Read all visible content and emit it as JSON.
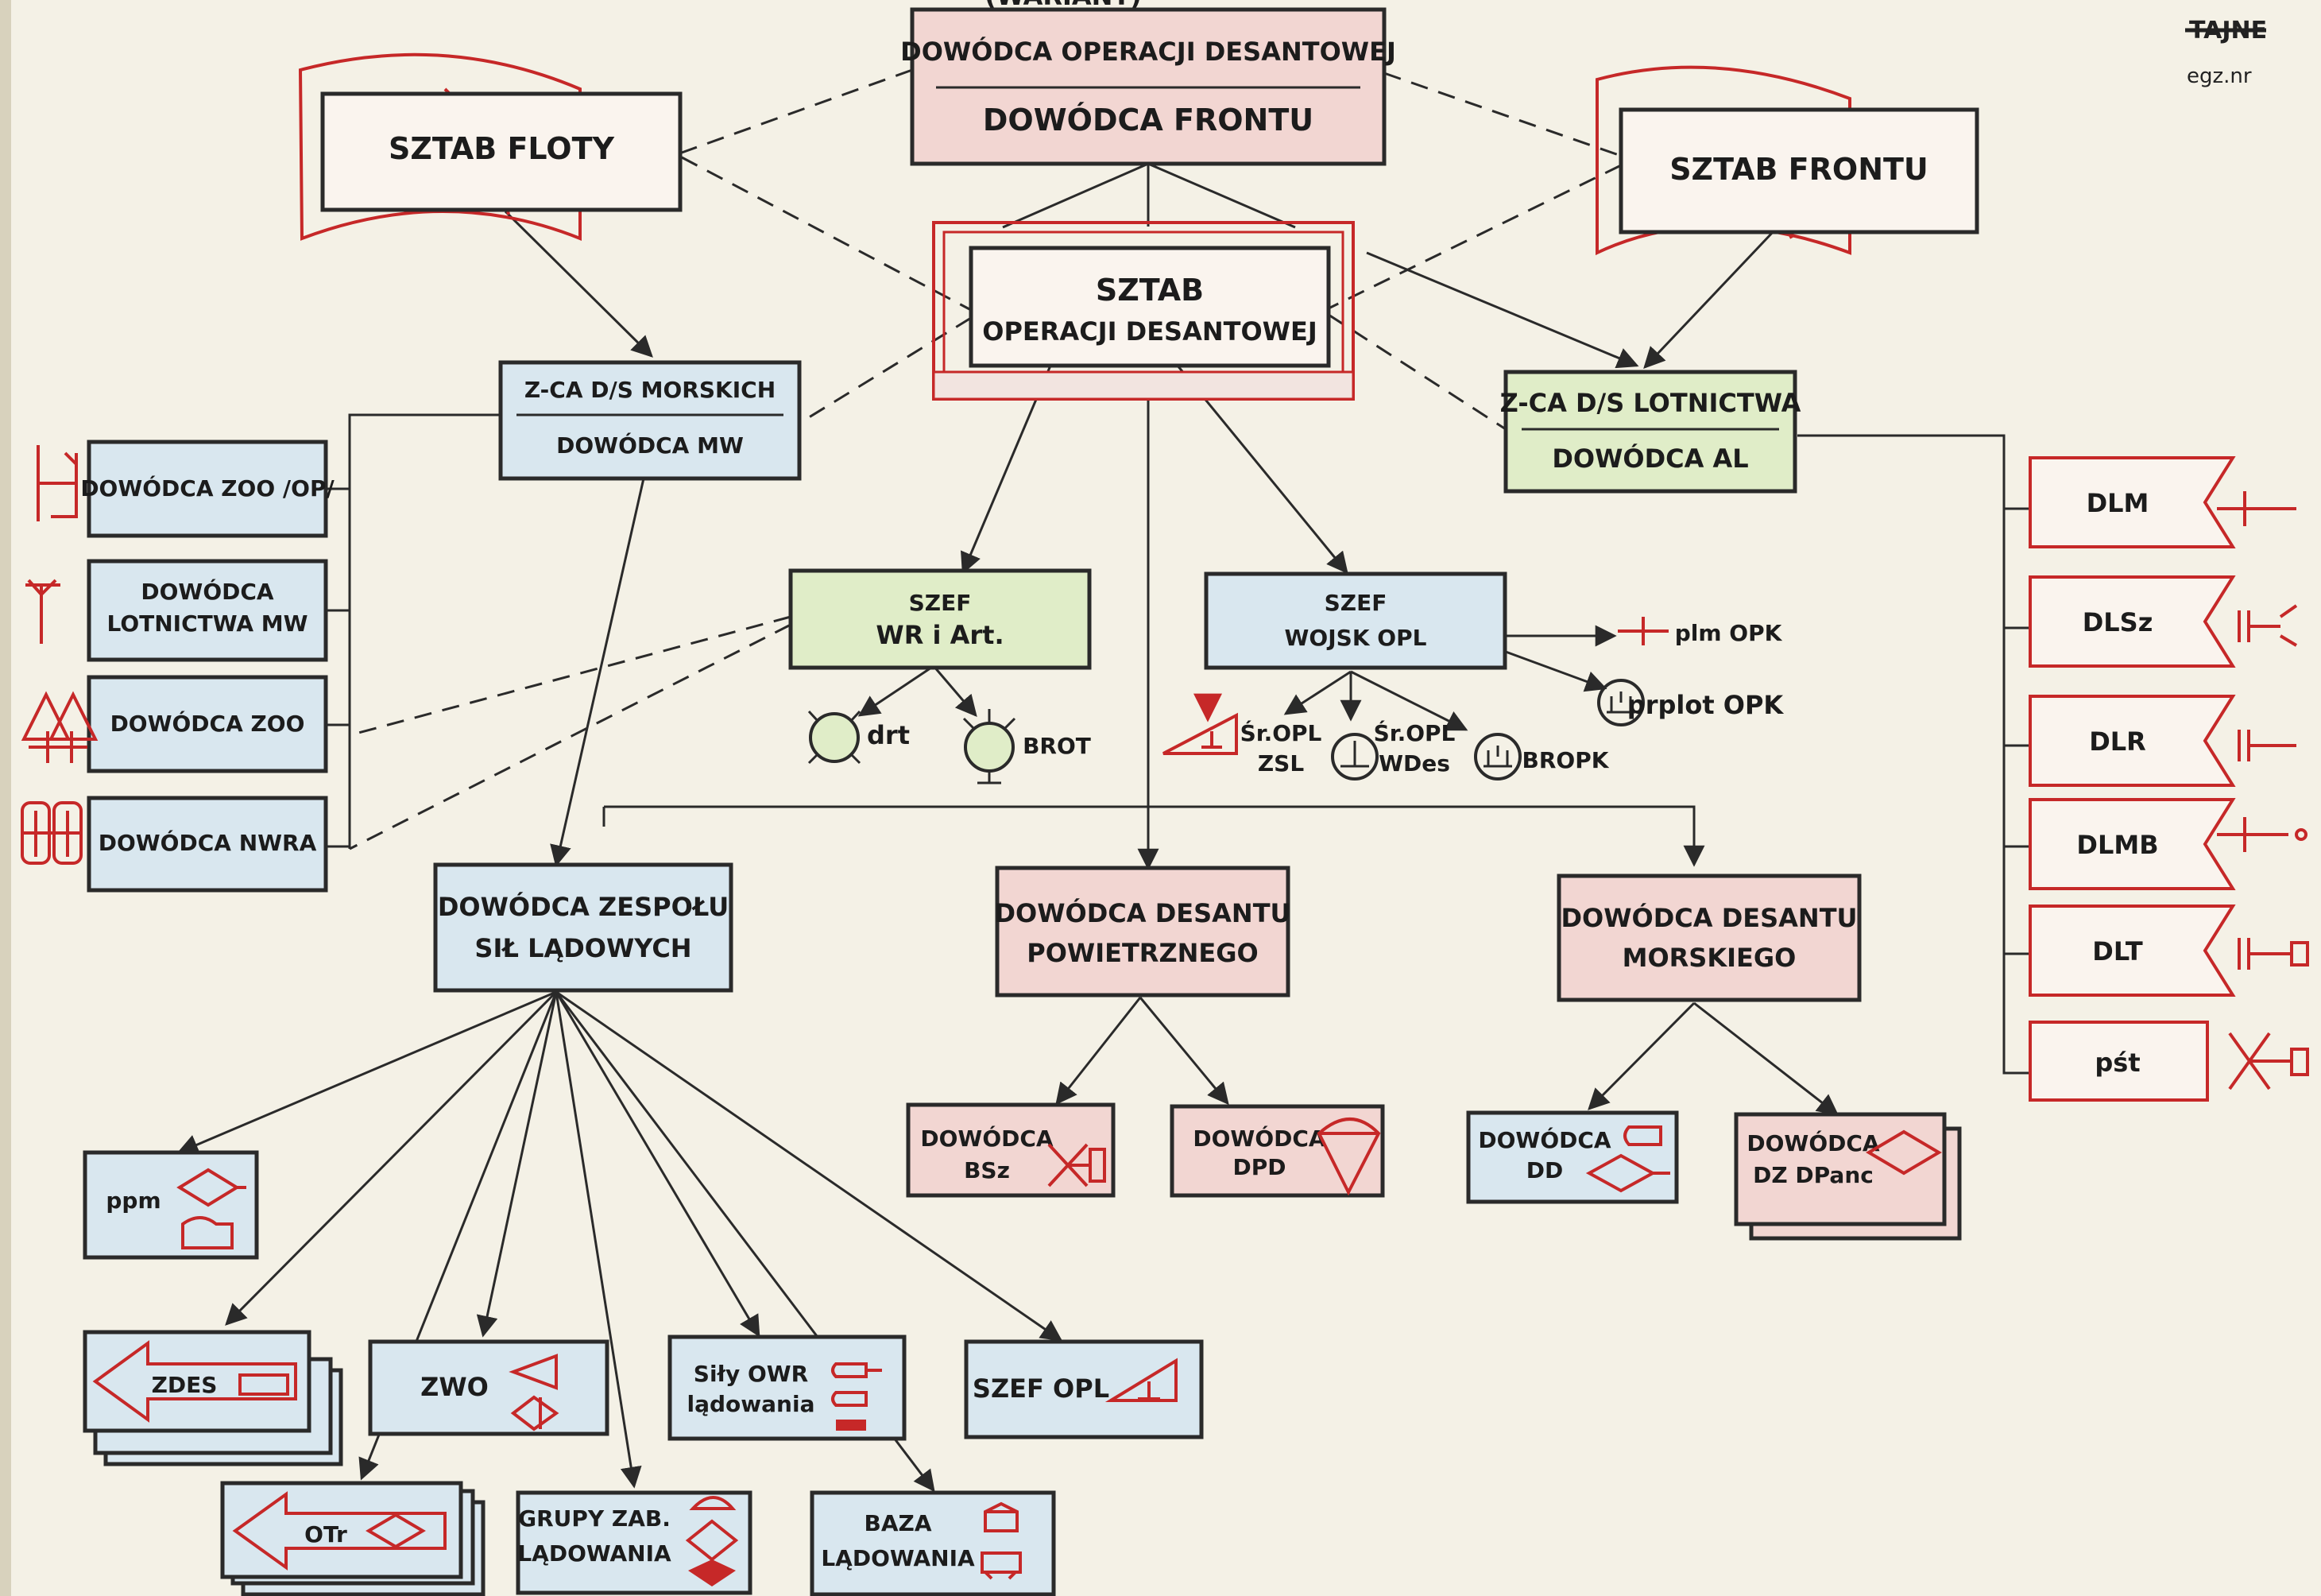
{
  "header": {
    "stamp_struck": "TAJNE",
    "stamp_ref": "egz.nr",
    "top_cut_text": "(WARIANT)"
  },
  "colors": {
    "pink": "#f2d6d2",
    "blue": "#d9e7ef",
    "green": "#e0edc8",
    "red": "#c62828",
    "ink": "#2a2a2a",
    "paper": "#f4f1e6"
  },
  "nodes": {
    "commander": {
      "line1": "DOWÓDCA OPERACJI DESANTOWEJ",
      "line2": "DOWÓDCA FRONTU"
    },
    "sztab_floty": {
      "label": "SZTAB FLOTY"
    },
    "sztab_frontu": {
      "label": "SZTAB FRONTU"
    },
    "sztab_op": {
      "line1": "SZTAB",
      "line2": "OPERACJI DESANTOWEJ"
    },
    "zca_morskich": {
      "line1": "Z-CA D/S MORSKICH",
      "line2": "DOWÓDCA MW"
    },
    "zca_lotnictwa": {
      "line1": "Z-CA D/S LOTNICTWA",
      "line2": "DOWÓDCA AL"
    },
    "dow_zoo_op": {
      "label": "DOWÓDCA ZOO /OP/"
    },
    "dow_lotn_mw": {
      "line1": "DOWÓDCA",
      "line2": "LOTNICTWA MW"
    },
    "dow_zoo": {
      "label": "DOWÓDCA ZOO"
    },
    "dow_nwra": {
      "label": "DOWÓDCA NWRA"
    },
    "szef_wr": {
      "line1": "SZEF",
      "line2": "WR i Art."
    },
    "szef_opl": {
      "line1": "SZEF",
      "line2": "WOJSK OPL"
    },
    "dow_zespolu": {
      "line1": "DOWÓDCA ZESPOŁU",
      "line2": "SIŁ LĄDOWYCH"
    },
    "desant_pow": {
      "line1": "DOWÓDCA DESANTU",
      "line2": "POWIETRZNEGO"
    },
    "desant_mor": {
      "line1": "DOWÓDCA DESANTU",
      "line2": "MORSKIEGO"
    },
    "dow_bsz": {
      "line1": "DOWÓDCA",
      "line2": "BSz"
    },
    "dow_dpd": {
      "line1": "DOWÓDCA",
      "line2": "DPD"
    },
    "dow_dd": {
      "line1": "DOWÓDCA",
      "line2": "DD"
    },
    "dow_dz": {
      "line1": "DOWÓDCA",
      "line2": "DZ DPanc"
    },
    "ppm": {
      "label": "ppm"
    },
    "zdes": {
      "label": "ZDES"
    },
    "zwo": {
      "label": "ZWO"
    },
    "sily_owr": {
      "line1": "Siły OWR",
      "line2": "lądowania"
    },
    "szef_opl_small": {
      "label": "SZEF OPL"
    },
    "otr": {
      "label": "OTr"
    },
    "grupy_zab": {
      "line1": "GRUPY ZAB.",
      "line2": "LĄDOWANIA"
    },
    "baza": {
      "line1": "BAZA",
      "line2": "LĄDOWANIA"
    }
  },
  "wr_units": {
    "drt": "drt",
    "brot": "BROT"
  },
  "opl_units": {
    "plm": "plm OPK",
    "prplot": "prplot OPK",
    "sr_zsl_1": "Śr.OPL",
    "sr_zsl_2": "ZSL",
    "sr_wdes_1": "Śr.OPL",
    "sr_wdes_2": "WDes",
    "bropk": "BROPK"
  },
  "aviation_units": [
    "DLM",
    "DLSz",
    "DLR",
    "DLMB",
    "DLT",
    "pśt"
  ]
}
